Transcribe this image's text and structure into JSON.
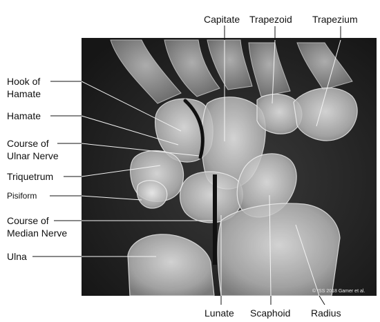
{
  "labels": {
    "capitate": "Capitate",
    "trapezoid": "Trapezoid",
    "trapezium": "Trapezium",
    "hook_of_hamate_1": "Hook of",
    "hook_of_hamate_2": "Hamate",
    "hamate": "Hamate",
    "ulnar_nerve_1": "Course of",
    "ulnar_nerve_2": "Ulnar  Nerve",
    "triquetrum": "Triquetrum",
    "pisiform": "Pisiform",
    "median_nerve_1": "Course of",
    "median_nerve_2": "Median Nerve",
    "ulna": "Ulna",
    "lunate": "Lunate",
    "scaphoid": "Scaphoid",
    "radius": "Radius"
  },
  "copyright": "© ISS 2018 Gamer et al.",
  "colors": {
    "background": "#ffffff",
    "xray_dark": "#1e1e1e",
    "bone_light": "#d9d9d9",
    "nerve_marker": "#111111",
    "label_text": "#111111"
  }
}
